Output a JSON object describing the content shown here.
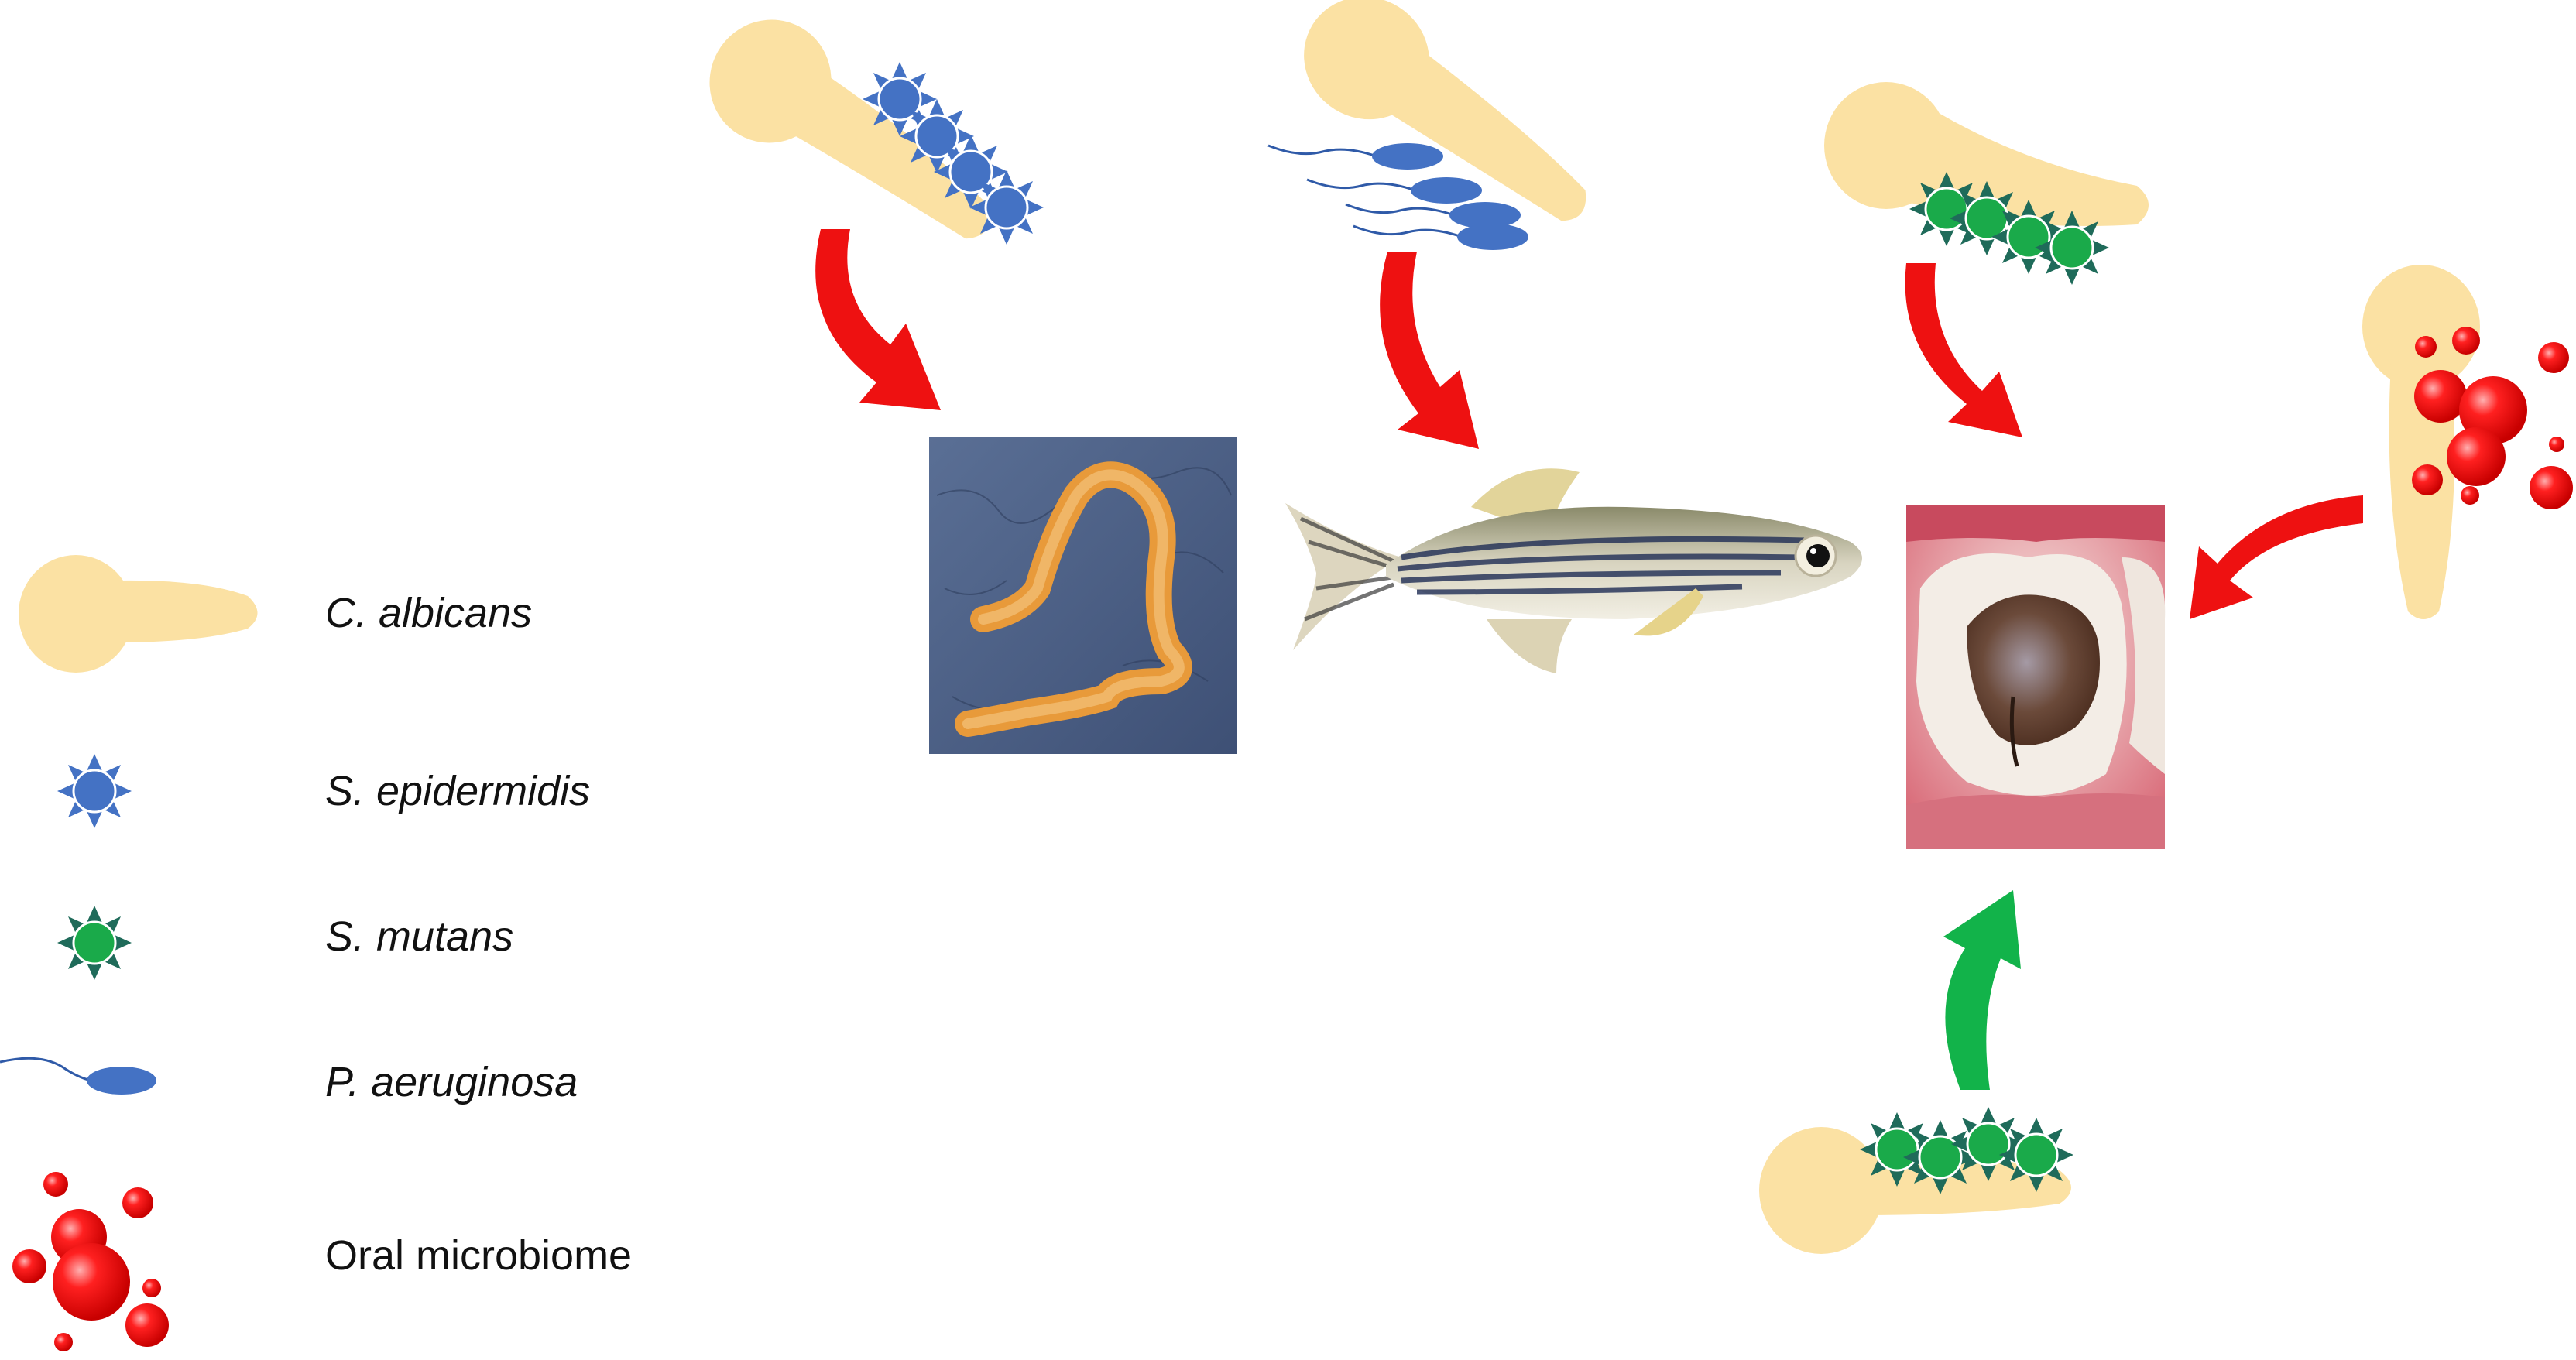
{
  "legend": {
    "items": [
      {
        "label": "C. albicans",
        "italic": true,
        "symbol": "c-albicans-icon"
      },
      {
        "label": "S. epidermidis",
        "italic": true,
        "symbol": "s-epidermidis-icon"
      },
      {
        "label": "S. mutans",
        "italic": true,
        "symbol": "s-mutans-icon"
      },
      {
        "label": "P. aeruginosa",
        "italic": true,
        "symbol": "p-aeruginosa-icon"
      },
      {
        "label": "Oral microbiome",
        "italic": false,
        "symbol": "oral-microbiome-icon"
      }
    ]
  },
  "colors": {
    "c_albicans": "#fbe1a3",
    "s_epidermidis": "#4472c4",
    "s_mutans": "#1aaa4a",
    "s_mutans_spikes": "#1f6b5a",
    "p_aeruginosa": "#4472c4",
    "oral_microbiome": "#ee1111",
    "arrow_red": "#ee1111",
    "arrow_green": "#12b34a"
  },
  "models": [
    {
      "name": "nematode-image",
      "depicts": "worm"
    },
    {
      "name": "zebrafish-image",
      "depicts": "fish"
    },
    {
      "name": "tooth-image",
      "depicts": "tooth"
    }
  ]
}
